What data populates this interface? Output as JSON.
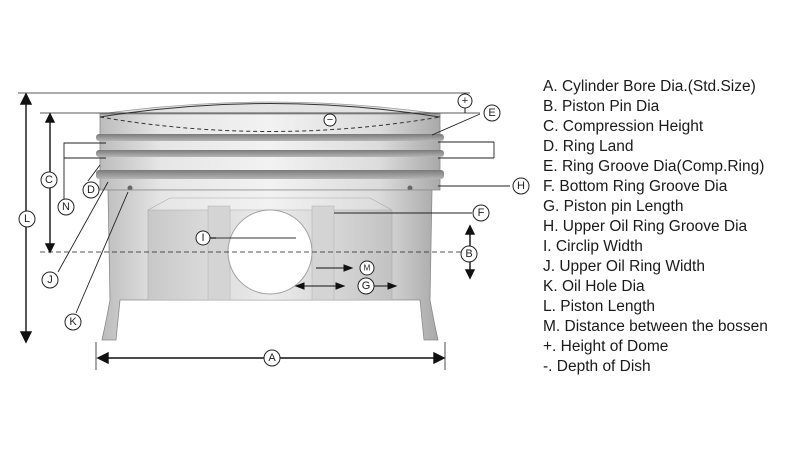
{
  "callouts": [
    "A",
    "B",
    "C",
    "D",
    "E",
    "F",
    "G",
    "H",
    "I",
    "J",
    "K",
    "L",
    "M",
    "N"
  ],
  "plus_sign": "+",
  "minus_sign": "−",
  "legend": [
    "A. Cylinder Bore Dia.(Std.Size)",
    "B. Piston Pin Dia",
    "C. Compression Height",
    "D. Ring Land",
    "E. Ring Groove Dia(Comp.Ring)",
    "F. Bottom Ring Groove Dia",
    "G. Piston pin Length",
    "H. Upper Oil  Ring Groove Dia",
    "I. Circlip Width",
    "J. Upper Oil  Ring Width",
    "K. Oil Hole Dia",
    "L. Piston Length",
    "M. Distance between the  bossen",
    "+.  Height of Dome",
    "-. Depth of Dish"
  ]
}
